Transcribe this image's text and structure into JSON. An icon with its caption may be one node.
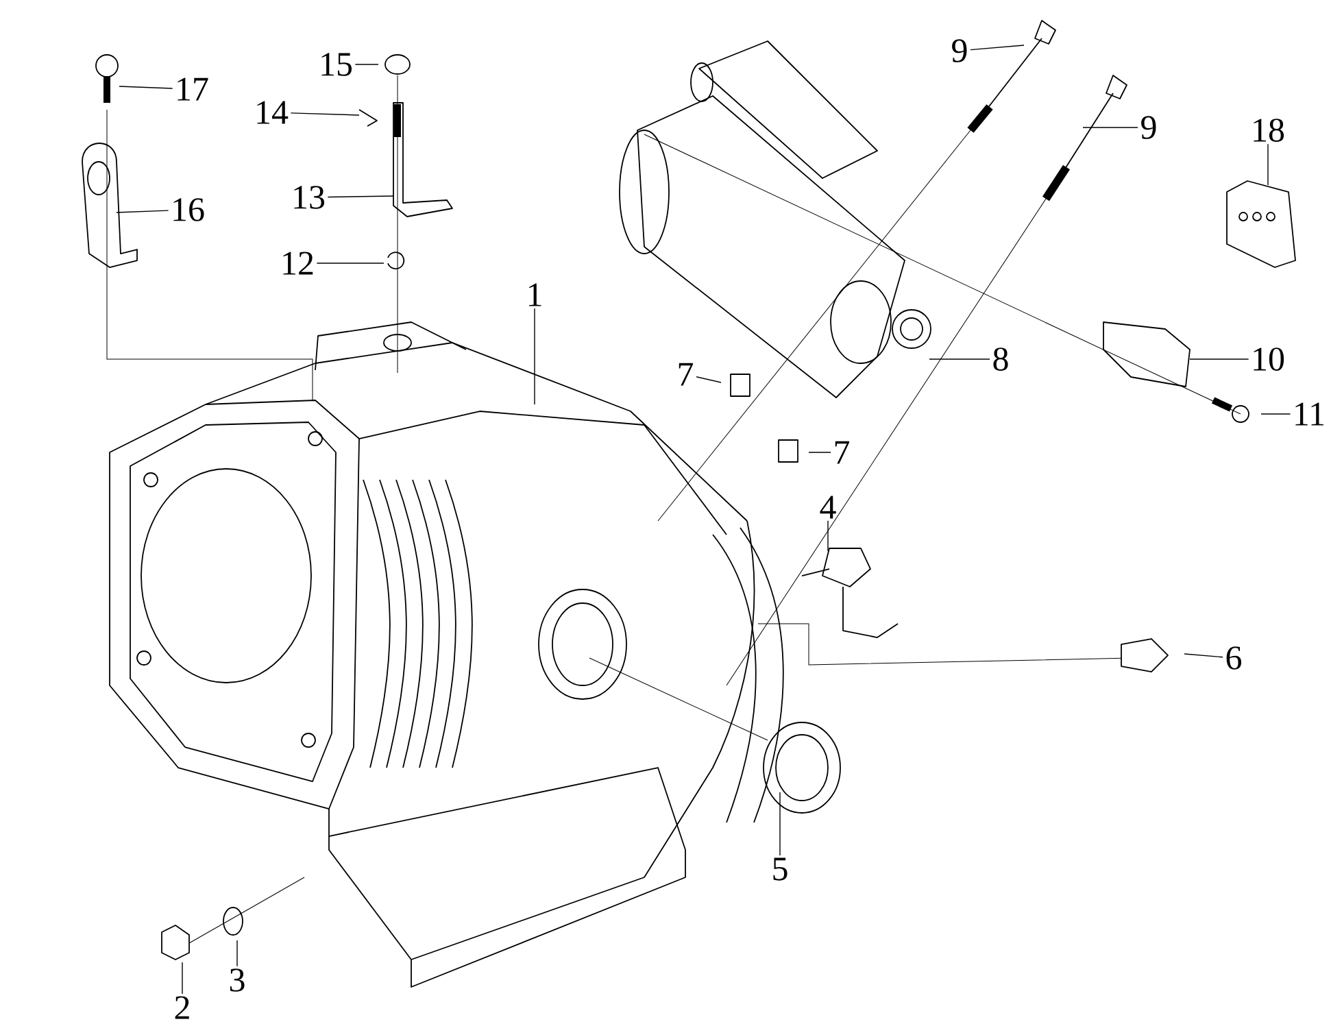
{
  "diagram": {
    "nodes": [
      {
        "text": [
          "1"
        ]
      },
      {
        "text": [
          "2"
        ]
      },
      {
        "text": [
          "3"
        ]
      },
      {
        "text": [
          "4"
        ]
      },
      {
        "text": [
          "5"
        ]
      },
      {
        "text": [
          "6"
        ]
      },
      {
        "text": [
          "7"
        ]
      },
      {
        "text": [
          "7"
        ]
      },
      {
        "text": [
          "8"
        ]
      },
      {
        "text": [
          "9"
        ]
      },
      {
        "text": [
          "9"
        ]
      },
      {
        "text": [
          "10"
        ]
      },
      {
        "text": [
          "11"
        ]
      },
      {
        "text": [
          "12"
        ]
      },
      {
        "text": [
          "13"
        ]
      },
      {
        "text": [
          "14"
        ]
      },
      {
        "text": [
          "15"
        ]
      },
      {
        "text": [
          "16"
        ]
      },
      {
        "text": [
          "17"
        ]
      },
      {
        "text": [
          "18"
        ]
      }
    ],
    "edges": [
      {
        "from": 0,
        "to": null,
        "arrow": "none"
      },
      {
        "from": 1,
        "to": null,
        "arrow": "none"
      },
      {
        "from": 2,
        "to": null,
        "arrow": "none"
      },
      {
        "from": 3,
        "to": null,
        "arrow": "none"
      },
      {
        "from": 4,
        "to": null,
        "arrow": "none"
      },
      {
        "from": 5,
        "to": null,
        "arrow": "none"
      },
      {
        "from": 6,
        "to": null,
        "arrow": "none"
      },
      {
        "from": 7,
        "to": null,
        "arrow": "none"
      },
      {
        "from": 8,
        "to": null,
        "arrow": "none"
      },
      {
        "from": 9,
        "to": null,
        "arrow": "none"
      },
      {
        "from": 10,
        "to": null,
        "arrow": "none"
      },
      {
        "from": 11,
        "to": null,
        "arrow": "none"
      },
      {
        "from": 12,
        "to": null,
        "arrow": "none"
      },
      {
        "from": 13,
        "to": null,
        "arrow": "none"
      },
      {
        "from": 14,
        "to": null,
        "arrow": "none"
      },
      {
        "from": 15,
        "to": null,
        "arrow": "none"
      },
      {
        "from": 16,
        "to": null,
        "arrow": "none"
      },
      {
        "from": 17,
        "to": null,
        "arrow": "none"
      },
      {
        "from": 18,
        "to": null,
        "arrow": "none"
      },
      {
        "from": 19,
        "to": null,
        "arrow": "none"
      }
    ]
  }
}
